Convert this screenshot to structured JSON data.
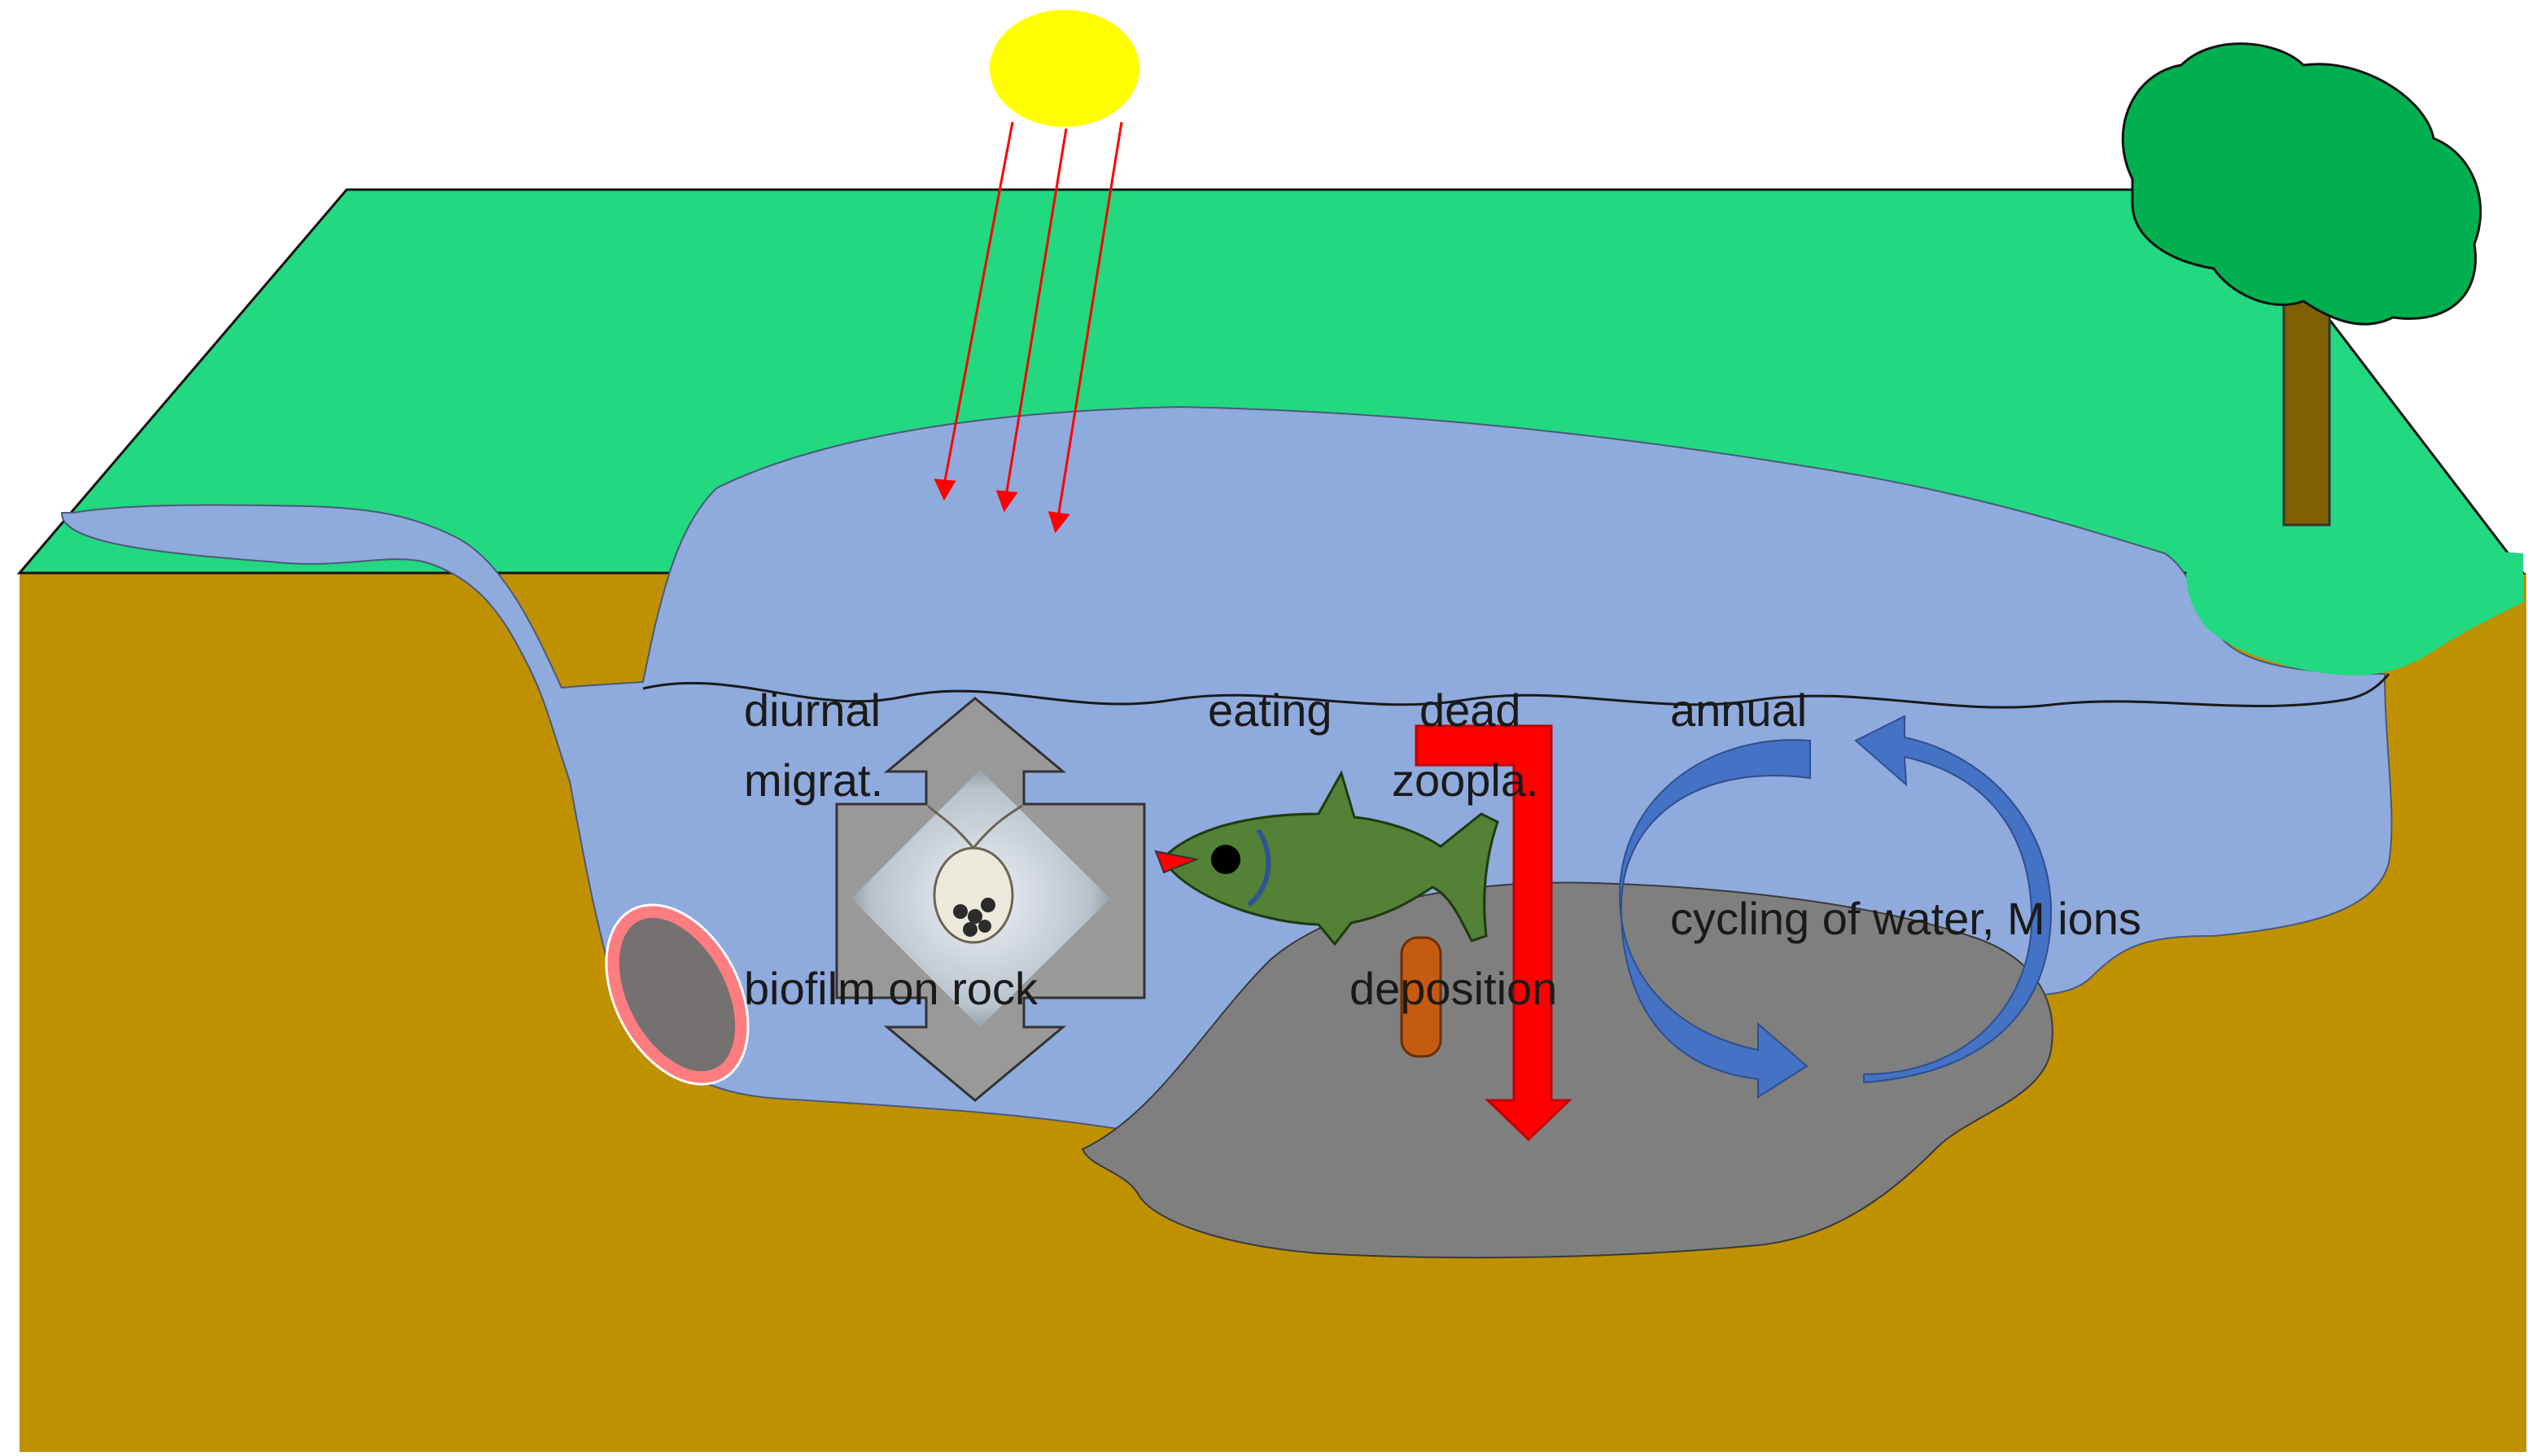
{
  "labels": {
    "diurnal_line1": "diurnal",
    "diurnal_line2": "migrat.",
    "eating": "eating",
    "dead_line1": "dead",
    "dead_line2": "zoopla.",
    "annual": "annual",
    "cycling": "cycling of water, M ions",
    "biofilm": "biofilm on rock",
    "deposition": "deposition"
  },
  "elements": {
    "sun": "sun",
    "tree": "tree",
    "fish": "fish",
    "zooplankton": "zooplankton-photo",
    "cycle_arrows": "annual-cycle-arrows",
    "sinking_arrow": "sinking-arrow"
  },
  "colors": {
    "grass": "#22d880",
    "soil": "#bf9000",
    "water": "#8faadc",
    "sediment": "#7f7f7f",
    "sun": "#ffff00",
    "sun_rays": "#ff0000",
    "tree_canopy": "#00b050",
    "tree_trunk": "#7f6000",
    "fish_body": "#538135",
    "arrow_red": "#ff0000",
    "cycle_blue": "#4472c4",
    "migration_arrow": "#999999",
    "rock_halo": "#ff7c80",
    "debris": "#c55a11"
  }
}
